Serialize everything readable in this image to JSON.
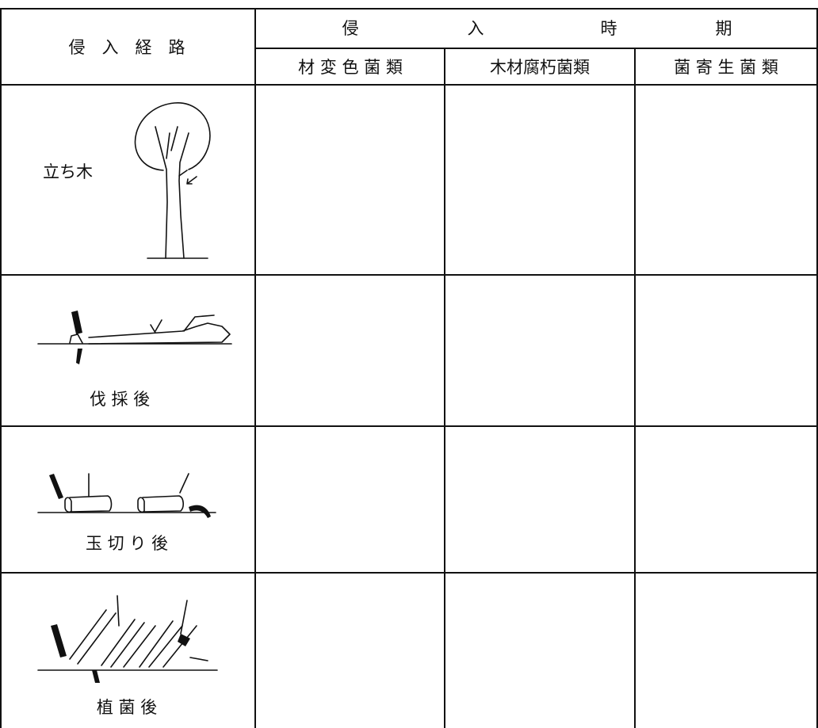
{
  "table": {
    "route_header": "侵　入　経　路",
    "time_header_chars": [
      "侵",
      "入",
      "時",
      "期"
    ],
    "columns": [
      "材 変 色 菌 類",
      "木材腐朽菌類",
      "菌 寄 生 菌 類"
    ],
    "rows": [
      {
        "label": "立ち木",
        "icon": "standing-tree-icon"
      },
      {
        "label": "伐 採 後",
        "icon": "felled-tree-icon"
      },
      {
        "label": "玉 切 り 後",
        "icon": "cut-logs-icon"
      },
      {
        "label": "植 菌 後",
        "icon": "inoculated-logs-icon"
      }
    ]
  },
  "colors": {
    "line": "#111111",
    "background": "#ffffff"
  }
}
